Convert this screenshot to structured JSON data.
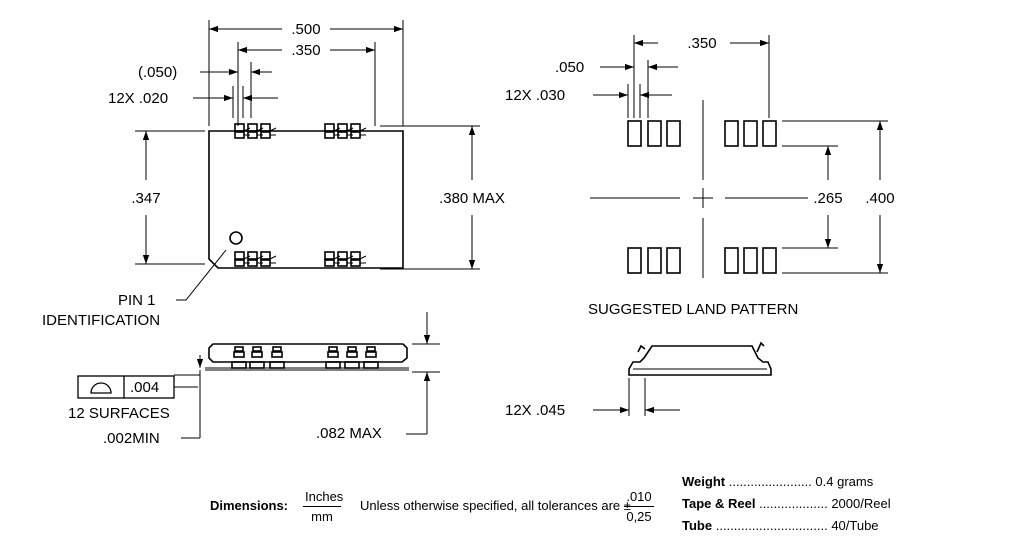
{
  "top_view": {
    "dim_width": ".500",
    "dim_pitch_span": ".350",
    "dim_pitch": "(.050)",
    "dim_lead_width": "12X  .020",
    "dim_height": ".347",
    "dim_height_max": ".380  MAX",
    "pin1_line1": "PIN  1",
    "pin1_line2": "IDENTIFICATION"
  },
  "side_view": {
    "flatness_value": ".004",
    "flatness_note": "12  SURFACES",
    "standoff": ".002MIN",
    "height_max": ".082  MAX"
  },
  "land_pattern": {
    "dim_span": ".350",
    "dim_pitch": ".050",
    "dim_pad_width": "12X  .030",
    "dim_inner": ".265",
    "dim_outer": ".400",
    "title": "SUGGESTED  LAND  PATTERN"
  },
  "lead_detail": {
    "dim_lead": "12X  .045"
  },
  "footer": {
    "dimensions_label": "Dimensions:",
    "units_top": "Inches",
    "units_bottom": "mm",
    "tolerance_text": "Unless otherwise specified, all tolerances are ±",
    "tol_top": ".010",
    "tol_bottom": "0,25",
    "weight_label": "Weight",
    "weight_dots": ".......................",
    "weight_value": "0.4 grams",
    "tape_label": "Tape & Reel",
    "tape_dots": "...................",
    "tape_value": "2000/Reel",
    "tube_label": "Tube",
    "tube_dots": "...............................",
    "tube_value": "40/Tube"
  }
}
